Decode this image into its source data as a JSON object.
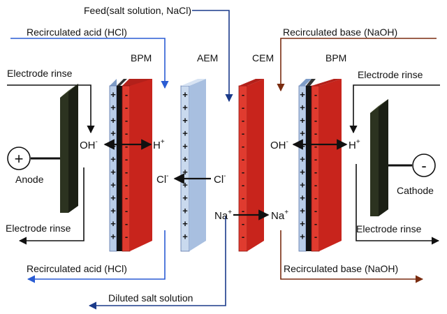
{
  "feed": "Feed(salt solution, NaCl)",
  "recirc_acid_in": "Recirculated acid (HCl)",
  "recirc_base_in": "Recirculated base (NaOH)",
  "recirc_acid_out": "Recirculated acid (HCl)",
  "recirc_base_out": "Recirculated base (NaOH)",
  "diluted": "Diluted salt solution",
  "rinse_in_left": "Electrode rinse",
  "rinse_in_right": "Electrode rinse",
  "rinse_out_left": "Electrode rinse",
  "rinse_out_right": "Electrode rinse",
  "membranes": {
    "bpm_left": "BPM",
    "aem": "AEM",
    "cem": "CEM",
    "bpm_right": "BPM"
  },
  "electrodes": {
    "anode": "Anode",
    "cathode": "Cathode",
    "anode_sign": "+",
    "cathode_sign": "-"
  },
  "ions": {
    "oh": "OH",
    "oh_charge": "-",
    "h": "H",
    "h_charge": "+",
    "cl": "Cl",
    "cl_charge": "-",
    "na": "Na",
    "na_charge": "+"
  },
  "colors": {
    "membrane_blue": "#aec6e2",
    "membrane_red": "#d7261e",
    "bpm_core": "#1c1c1c",
    "electrode": "#2c3320",
    "acid_line": "#2a5cd3",
    "base_line": "#7a2c10",
    "diluted_line": "#1a3a8a",
    "feed_line": "#1a3a8a"
  }
}
